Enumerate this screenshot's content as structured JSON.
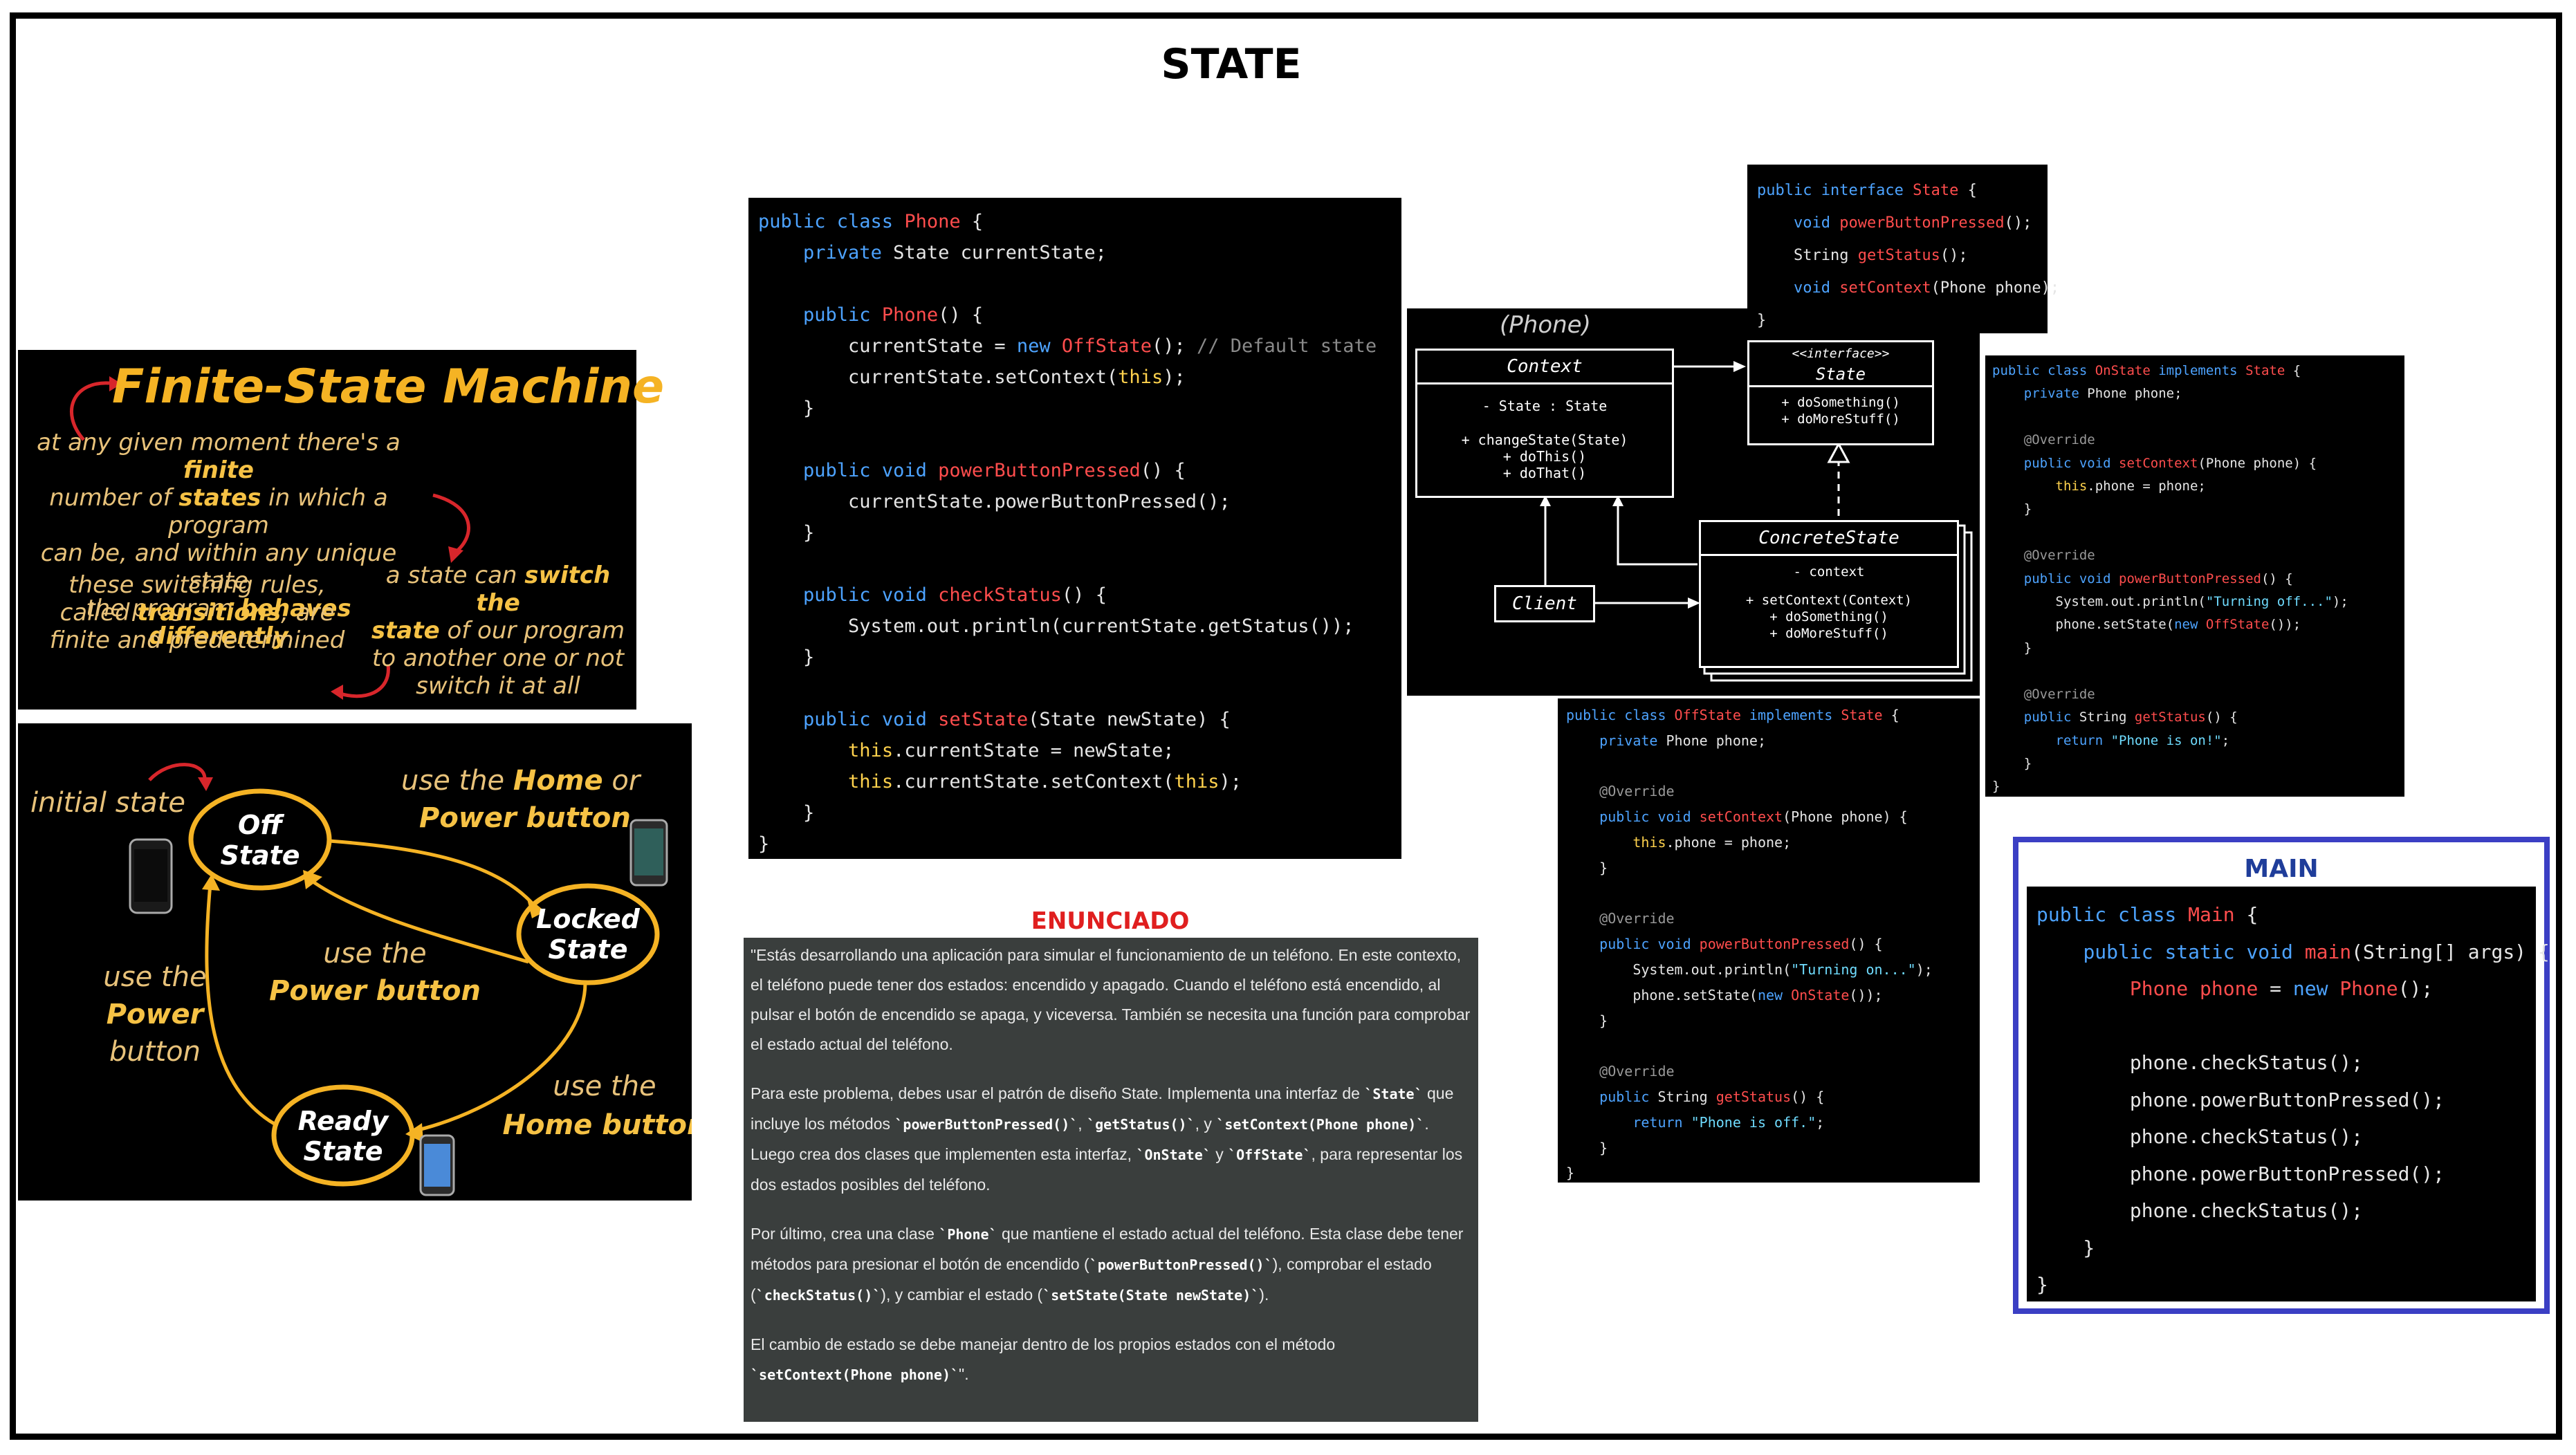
{
  "title": "STATE",
  "fsm": {
    "title": "Finite-State Machine",
    "line1_pre": "at any given moment there's a ",
    "line1_b": "finite",
    "line2_pre": "number of ",
    "line2_b": "states",
    "line2_post": " in which a program",
    "line3": "can be, and within any unique state",
    "line4_pre": "the program ",
    "line4_b": "behaves differently",
    "rules1": "these switching rules,",
    "rules2_pre": "called ",
    "rules2_b": "transitions",
    "rules2_post": ", are",
    "rules3": "finite and predetermined",
    "sw1_pre": "a state can ",
    "sw1_b": "switch the",
    "sw2_b": "state",
    "sw2_post": " of our program",
    "sw3": "to another one or not",
    "sw4": "switch it at all"
  },
  "diagram": {
    "initial_state": "initial state",
    "off_state": [
      "Off",
      "State"
    ],
    "locked_state": [
      "Locked",
      "State"
    ],
    "ready_state": [
      "Ready",
      "State"
    ],
    "top_label_pre": "use the ",
    "top_label_b": "Home",
    "top_label_post": " or",
    "top_label2": "Power button",
    "mid_label1": "use the",
    "mid_label2": "Power button",
    "left_label1": "use the",
    "left_label2": "Power",
    "left_label3": "button",
    "right_label1": "use the",
    "right_label2": "Home button"
  },
  "phone_code": [
    [
      [
        "kw",
        "public class "
      ],
      [
        "nm",
        "Phone"
      ],
      [
        "t",
        " {"
      ]
    ],
    [
      [
        "t",
        "    "
      ],
      [
        "kw",
        "private "
      ],
      [
        "t",
        "State currentState;"
      ]
    ],
    [
      [
        "t",
        ""
      ]
    ],
    [
      [
        "t",
        "    "
      ],
      [
        "kw",
        "public "
      ],
      [
        "nm",
        "Phone"
      ],
      [
        "t",
        "() {"
      ]
    ],
    [
      [
        "t",
        "        currentState = "
      ],
      [
        "kw",
        "new "
      ],
      [
        "nm",
        "OffState"
      ],
      [
        "t",
        "(); "
      ],
      [
        "cm",
        "// Default state"
      ]
    ],
    [
      [
        "t",
        "        currentState.setContext("
      ],
      [
        "th",
        "this"
      ],
      [
        "t",
        ");"
      ]
    ],
    [
      [
        "t",
        "    }"
      ]
    ],
    [
      [
        "t",
        ""
      ]
    ],
    [
      [
        "t",
        "    "
      ],
      [
        "kw",
        "public void "
      ],
      [
        "nm",
        "powerButtonPressed"
      ],
      [
        "t",
        "() {"
      ]
    ],
    [
      [
        "t",
        "        currentState.powerButtonPressed();"
      ]
    ],
    [
      [
        "t",
        "    }"
      ]
    ],
    [
      [
        "t",
        ""
      ]
    ],
    [
      [
        "t",
        "    "
      ],
      [
        "kw",
        "public void "
      ],
      [
        "nm",
        "checkStatus"
      ],
      [
        "t",
        "() {"
      ]
    ],
    [
      [
        "t",
        "        System.out.println(currentState.getStatus());"
      ]
    ],
    [
      [
        "t",
        "    }"
      ]
    ],
    [
      [
        "t",
        ""
      ]
    ],
    [
      [
        "t",
        "    "
      ],
      [
        "kw",
        "public void "
      ],
      [
        "nm",
        "setState"
      ],
      [
        "t",
        "(State newState) {"
      ]
    ],
    [
      [
        "t",
        "        "
      ],
      [
        "th",
        "this"
      ],
      [
        "t",
        ".currentState = newState;"
      ]
    ],
    [
      [
        "t",
        "        "
      ],
      [
        "th",
        "this"
      ],
      [
        "t",
        ".currentState.setContext("
      ],
      [
        "th",
        "this"
      ],
      [
        "t",
        ");"
      ]
    ],
    [
      [
        "t",
        "    }"
      ]
    ],
    [
      [
        "t",
        "}"
      ]
    ]
  ],
  "interface_code": [
    [
      [
        "kw",
        "public interface "
      ],
      [
        "nm",
        "State"
      ],
      [
        "t",
        " {"
      ]
    ],
    [
      [
        "t",
        "    "
      ],
      [
        "kw",
        "void "
      ],
      [
        "nm",
        "powerButtonPressed"
      ],
      [
        "t",
        "();"
      ]
    ],
    [
      [
        "t",
        "    String "
      ],
      [
        "nm",
        "getStatus"
      ],
      [
        "t",
        "();"
      ]
    ],
    [
      [
        "t",
        "    "
      ],
      [
        "kw",
        "void "
      ],
      [
        "nm",
        "setContext"
      ],
      [
        "t",
        "(Phone phone);"
      ]
    ],
    [
      [
        "t",
        "}"
      ]
    ]
  ],
  "onstate_code": [
    [
      [
        "kw",
        "public class "
      ],
      [
        "nm",
        "OnState "
      ],
      [
        "kw",
        "implements "
      ],
      [
        "nm",
        "State"
      ],
      [
        "t",
        " {"
      ]
    ],
    [
      [
        "t",
        "    "
      ],
      [
        "kw",
        "private "
      ],
      [
        "t",
        "Phone phone;"
      ]
    ],
    [
      [
        "t",
        ""
      ]
    ],
    [
      [
        "t",
        "    "
      ],
      [
        "an",
        "@Override"
      ]
    ],
    [
      [
        "t",
        "    "
      ],
      [
        "kw",
        "public void "
      ],
      [
        "nm",
        "setContext"
      ],
      [
        "t",
        "(Phone phone) {"
      ]
    ],
    [
      [
        "t",
        "        "
      ],
      [
        "th",
        "this"
      ],
      [
        "t",
        ".phone = phone;"
      ]
    ],
    [
      [
        "t",
        "    }"
      ]
    ],
    [
      [
        "t",
        ""
      ]
    ],
    [
      [
        "t",
        "    "
      ],
      [
        "an",
        "@Override"
      ]
    ],
    [
      [
        "t",
        "    "
      ],
      [
        "kw",
        "public void "
      ],
      [
        "nm",
        "powerButtonPressed"
      ],
      [
        "t",
        "() {"
      ]
    ],
    [
      [
        "t",
        "        System.out.println("
      ],
      [
        "st",
        "\"Turning off...\""
      ],
      [
        "t",
        ");"
      ]
    ],
    [
      [
        "t",
        "        phone.setState("
      ],
      [
        "kw",
        "new "
      ],
      [
        "nm",
        "OffState"
      ],
      [
        "t",
        "());"
      ]
    ],
    [
      [
        "t",
        "    }"
      ]
    ],
    [
      [
        "t",
        ""
      ]
    ],
    [
      [
        "t",
        "    "
      ],
      [
        "an",
        "@Override"
      ]
    ],
    [
      [
        "t",
        "    "
      ],
      [
        "kw",
        "public "
      ],
      [
        "t",
        "String "
      ],
      [
        "nm",
        "getStatus"
      ],
      [
        "t",
        "() {"
      ]
    ],
    [
      [
        "t",
        "        "
      ],
      [
        "kw",
        "return "
      ],
      [
        "st",
        "\"Phone is on!\""
      ],
      [
        "t",
        ";"
      ]
    ],
    [
      [
        "t",
        "    }"
      ]
    ],
    [
      [
        "t",
        "}"
      ]
    ]
  ],
  "offstate_code": [
    [
      [
        "kw",
        "public class "
      ],
      [
        "nm",
        "OffState "
      ],
      [
        "kw",
        "implements "
      ],
      [
        "nm",
        "State"
      ],
      [
        "t",
        " {"
      ]
    ],
    [
      [
        "t",
        "    "
      ],
      [
        "kw",
        "private "
      ],
      [
        "t",
        "Phone phone;"
      ]
    ],
    [
      [
        "t",
        ""
      ]
    ],
    [
      [
        "t",
        "    "
      ],
      [
        "an",
        "@Override"
      ]
    ],
    [
      [
        "t",
        "    "
      ],
      [
        "kw",
        "public void "
      ],
      [
        "nm",
        "setContext"
      ],
      [
        "t",
        "(Phone phone) {"
      ]
    ],
    [
      [
        "t",
        "        "
      ],
      [
        "th",
        "this"
      ],
      [
        "t",
        ".phone = phone;"
      ]
    ],
    [
      [
        "t",
        "    }"
      ]
    ],
    [
      [
        "t",
        ""
      ]
    ],
    [
      [
        "t",
        "    "
      ],
      [
        "an",
        "@Override"
      ]
    ],
    [
      [
        "t",
        "    "
      ],
      [
        "kw",
        "public void "
      ],
      [
        "nm",
        "powerButtonPressed"
      ],
      [
        "t",
        "() {"
      ]
    ],
    [
      [
        "t",
        "        System.out.println("
      ],
      [
        "st",
        "\"Turning on...\""
      ],
      [
        "t",
        ");"
      ]
    ],
    [
      [
        "t",
        "        phone.setState("
      ],
      [
        "kw",
        "new "
      ],
      [
        "nm",
        "OnState"
      ],
      [
        "t",
        "());"
      ]
    ],
    [
      [
        "t",
        "    }"
      ]
    ],
    [
      [
        "t",
        ""
      ]
    ],
    [
      [
        "t",
        "    "
      ],
      [
        "an",
        "@Override"
      ]
    ],
    [
      [
        "t",
        "    "
      ],
      [
        "kw",
        "public "
      ],
      [
        "t",
        "String "
      ],
      [
        "nm",
        "getStatus"
      ],
      [
        "t",
        "() {"
      ]
    ],
    [
      [
        "t",
        "        "
      ],
      [
        "kw",
        "return "
      ],
      [
        "st",
        "\"Phone is off.\""
      ],
      [
        "t",
        ";"
      ]
    ],
    [
      [
        "t",
        "    }"
      ]
    ],
    [
      [
        "t",
        "}"
      ]
    ]
  ],
  "uml": {
    "phone_label": "(Phone)",
    "context_title": "Context",
    "context_attr": "- State : State",
    "context_ops": [
      "+ changeState(State)",
      "+ doThis()",
      "+ doThat()"
    ],
    "interface_stereo": "<<interface>>",
    "interface_title": "State",
    "interface_ops": [
      "+ doSomething()",
      "+ doMoreStuff()"
    ],
    "concrete_title": "ConcreteState",
    "concrete_attr": "- context",
    "concrete_ops": [
      "+ setContext(Context)",
      "+ doSomething()",
      "+ doMoreStuff()"
    ],
    "client": "Client"
  },
  "enunciado": {
    "title": "ENUNCIADO",
    "p1": "\"Estás desarrollando una aplicación para simular el funcionamiento de un teléfono. En este contexto, el teléfono puede tener dos estados: encendido y apagado. Cuando el teléfono está encendido, al pulsar el botón de encendido se apaga, y viceversa. También se necesita una función para comprobar el estado actual del teléfono.",
    "p2_a": "Para este problema, debes usar el patrón de diseño State. Implementa una interfaz de ",
    "p2_code1": "`State`",
    "p2_b": " que incluye los métodos ",
    "p2_code2": "`powerButtonPressed()`",
    "p2_c": ", ",
    "p2_code3": "`getStatus()`",
    "p2_d": ", y ",
    "p2_code4": "`setContext(Phone phone)`",
    "p2_e": ". Luego crea dos clases que implementen esta interfaz, ",
    "p2_code5": "`OnState`",
    "p2_f": " y ",
    "p2_code6": "`OffState`",
    "p2_g": ", para representar los dos estados posibles del teléfono.",
    "p3_a": "Por último, crea una clase ",
    "p3_code1": "`Phone`",
    "p3_b": " que mantiene el estado actual del teléfono. Esta clase debe tener métodos para presionar el botón de encendido (",
    "p3_code2": "`powerButtonPressed()`",
    "p3_c": "), comprobar el estado (",
    "p3_code3": "`checkStatus()`",
    "p3_d": "), y cambiar el estado (",
    "p3_code4": "`setState(State newState)`",
    "p3_e": ").",
    "p4_a": "El cambio de estado se debe manejar dentro de los propios estados con el método ",
    "p4_code1": "`setContext(Phone phone)`",
    "p4_b": "\"."
  },
  "main": {
    "title": "MAIN",
    "code": [
      [
        [
          "kw",
          "public class "
        ],
        [
          "nm",
          "Main"
        ],
        [
          "t",
          " {"
        ]
      ],
      [
        [
          "t",
          "    "
        ],
        [
          "kw",
          "public static void "
        ],
        [
          "nm",
          "main"
        ],
        [
          "t",
          "(String[] args) {"
        ]
      ],
      [
        [
          "t",
          "        "
        ],
        [
          "nm",
          "Phone "
        ],
        [
          "nm",
          "phone"
        ],
        [
          "t",
          " = "
        ],
        [
          "kw",
          "new "
        ],
        [
          "nm",
          "Phone"
        ],
        [
          "t",
          "();"
        ]
      ],
      [
        [
          "t",
          ""
        ]
      ],
      [
        [
          "t",
          "        phone.checkStatus();"
        ]
      ],
      [
        [
          "t",
          "        phone.powerButtonPressed();"
        ]
      ],
      [
        [
          "t",
          "        phone.checkStatus();"
        ]
      ],
      [
        [
          "t",
          "        phone.powerButtonPressed();"
        ]
      ],
      [
        [
          "t",
          "        phone.checkStatus();"
        ]
      ],
      [
        [
          "t",
          "    }"
        ]
      ],
      [
        [
          "t",
          "}"
        ]
      ]
    ]
  },
  "colors": {
    "accent_orange": "#f5b324",
    "fsm_text": "#e8c27a",
    "keyword": "#4da3ff",
    "name": "#ff4d4d",
    "main_border": "#3b3fc4",
    "enunciado_bg": "#3a3e3d",
    "enunciado_title": "#e01f1f"
  }
}
